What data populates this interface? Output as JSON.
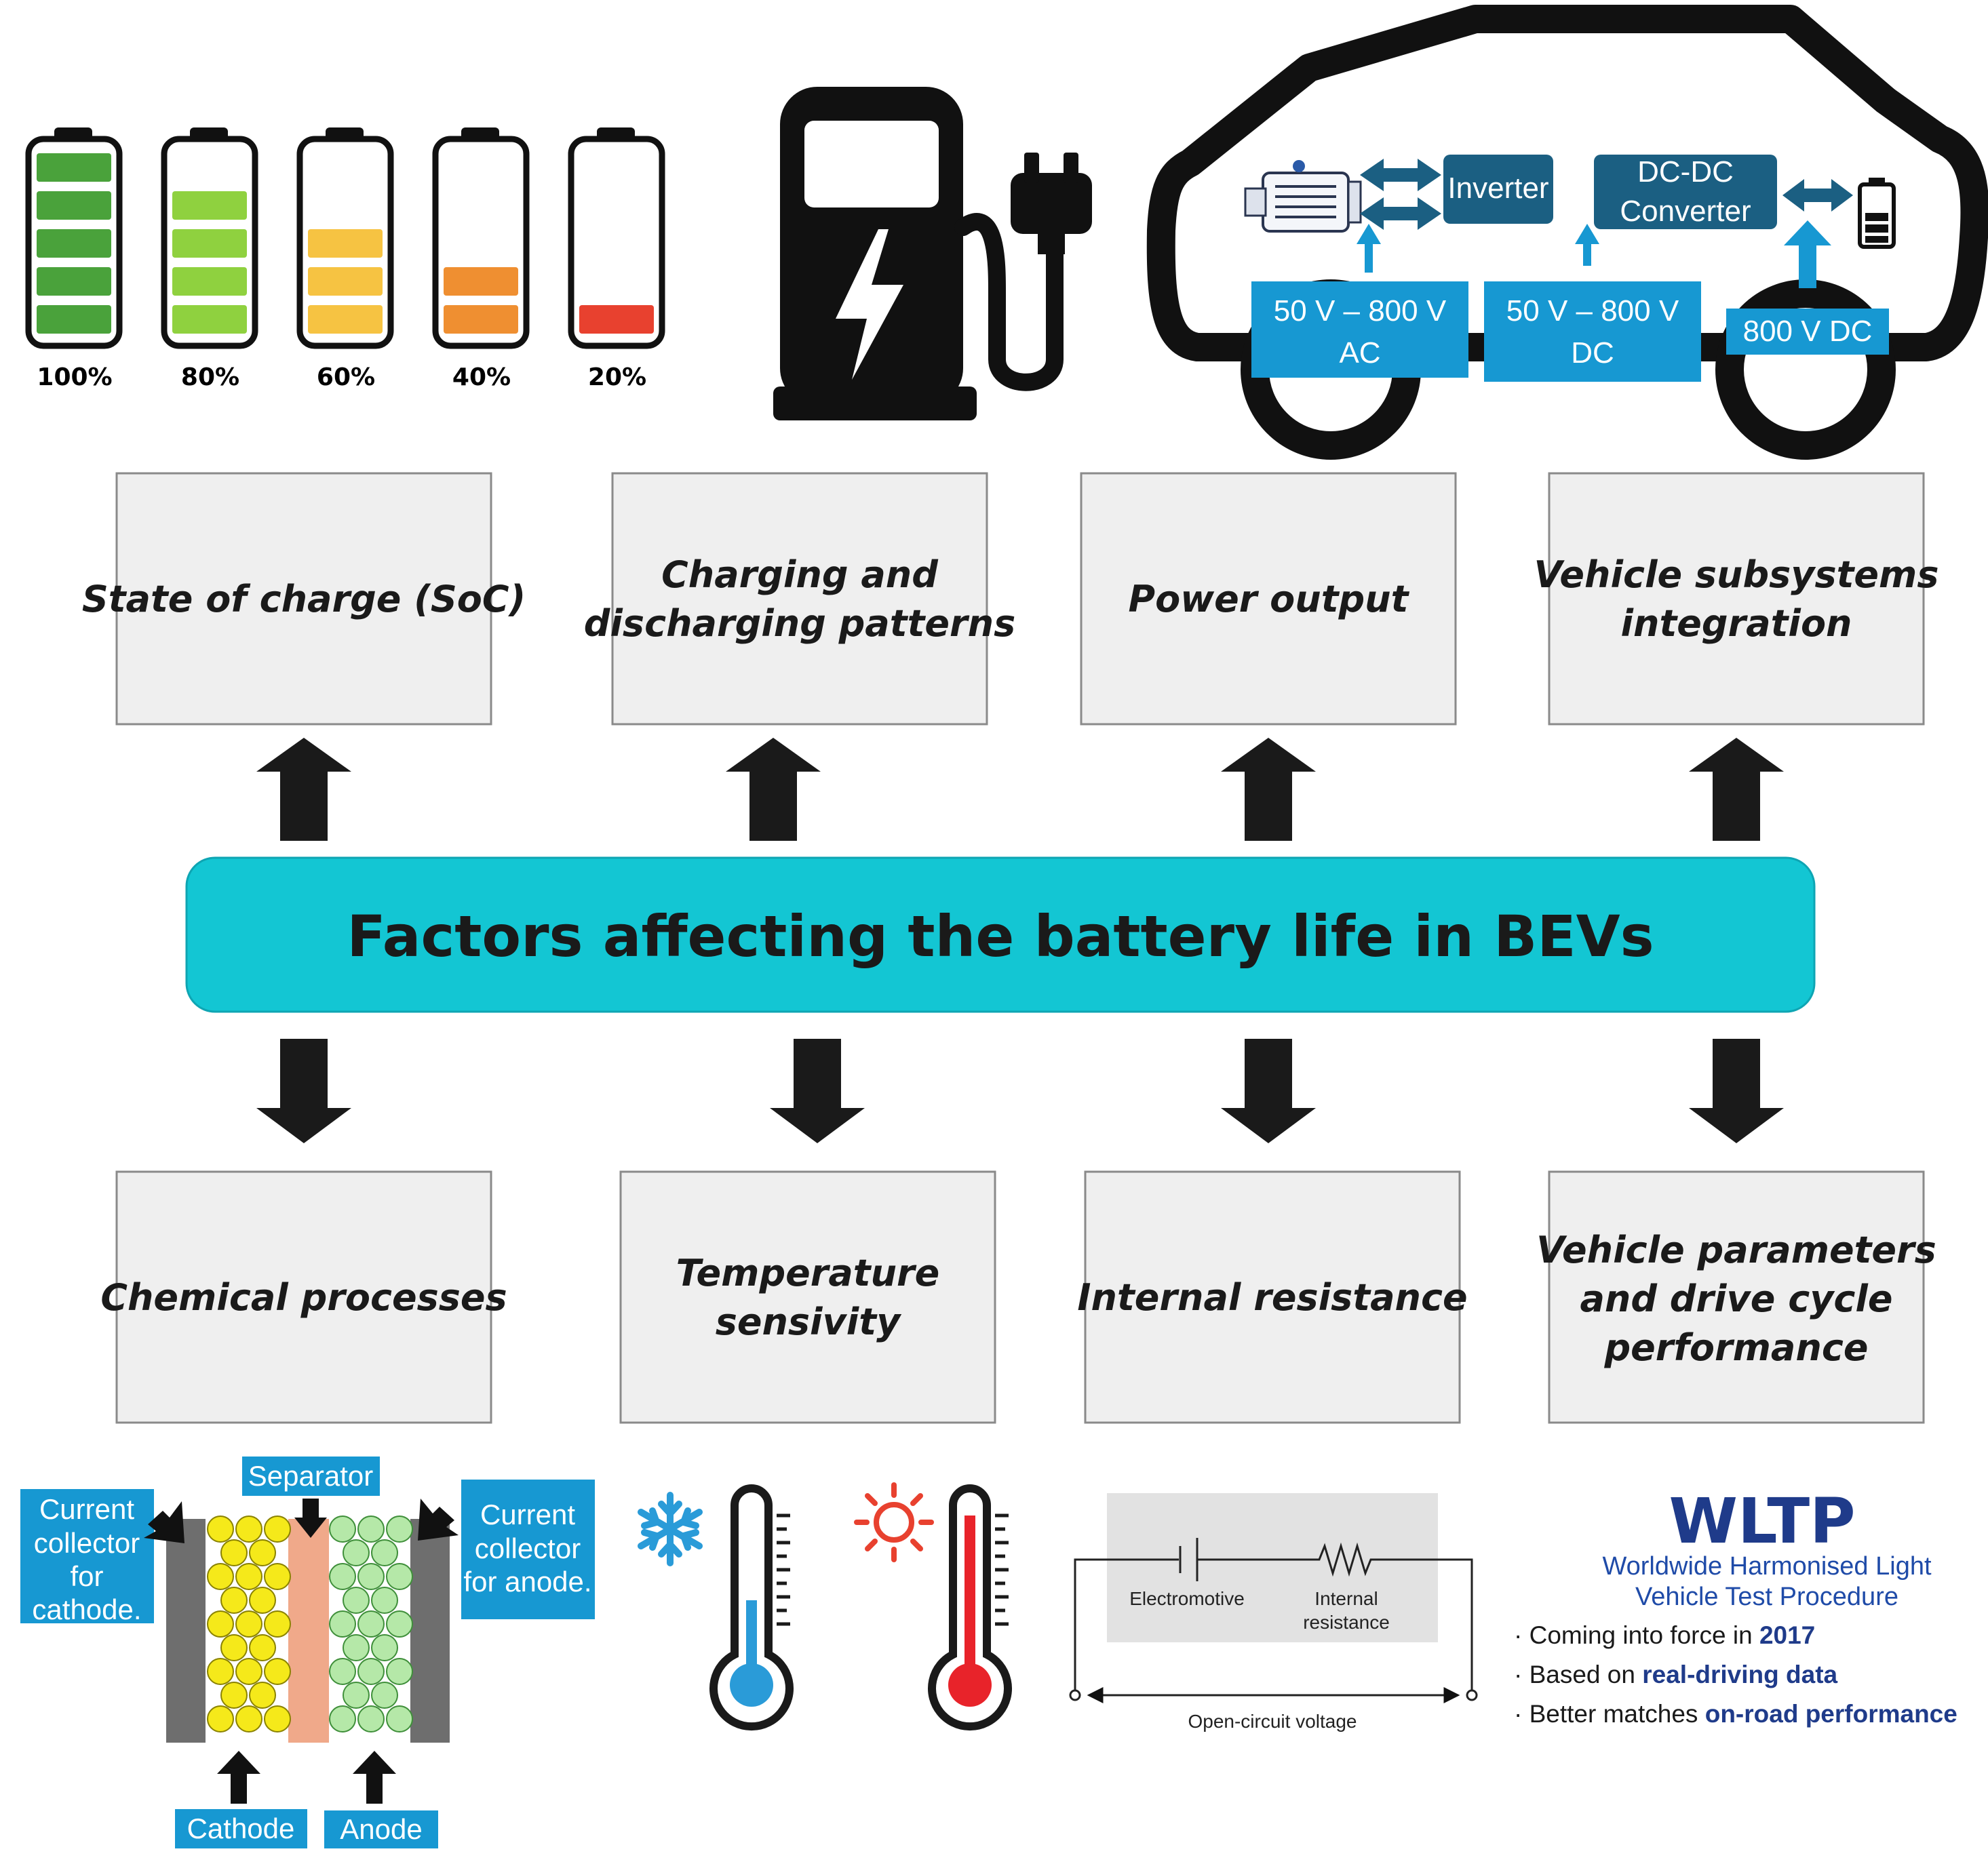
{
  "battery_levels": [
    "100%",
    "80%",
    "60%",
    "40%",
    "20%"
  ],
  "car": {
    "inverter": "Inverter",
    "dcdc_line1": "DC-DC",
    "dcdc_line2": "Converter",
    "ac_line1": "50 V – 800 V",
    "ac_line2": "AC",
    "dc_line1": "50 V – 800 V",
    "dc_line2": "DC",
    "dc800": "800 V DC"
  },
  "title": "Factors affecting the battery life in BEVs",
  "top_boxes": [
    {
      "line1": "State of charge (SoC)",
      "line2": ""
    },
    {
      "line1": "Charging and",
      "line2": "discharging patterns"
    },
    {
      "line1": "Power output",
      "line2": ""
    },
    {
      "line1": "Vehicle subsystems",
      "line2": "integration"
    }
  ],
  "bottom_boxes": [
    {
      "line1": "Chemical processes",
      "line2": "",
      "line3": ""
    },
    {
      "line1": "Temperature",
      "line2": "sensivity",
      "line3": ""
    },
    {
      "line1": "Internal resistance",
      "line2": "",
      "line3": ""
    },
    {
      "line1": "Vehicle parameters",
      "line2": "and drive cycle",
      "line3": "performance"
    }
  ],
  "cell": {
    "separator": "Separator",
    "cc_cathode": [
      "Current",
      "collector",
      "for",
      "cathode."
    ],
    "cc_anode": [
      "Current",
      "collector",
      "for anode."
    ],
    "cathode": "Cathode",
    "anode": "Anode"
  },
  "circuit": {
    "electromotive": "Electromotive",
    "internal1": "Internal",
    "internal2": "resistance",
    "ocv": "Open-circuit voltage"
  },
  "wltp": {
    "logo": "WLTP",
    "sub1": "Worldwide Harmonised Light",
    "sub2": "Vehicle Test Procedure",
    "b1_text": "· Coming into force in ",
    "b1_em": "2017",
    "b2_text": "· Based on ",
    "b2_em": "real-driving data",
    "b3_text": "· Better matches ",
    "b3_em": "on-road performance"
  },
  "colors": {
    "teal": "#13c6d3",
    "blue": "#1798d2",
    "dark_blue": "#1b5f82",
    "box_fill": "#efefef",
    "green_dark": "#4aa23b",
    "green_light": "#8fd13f",
    "yellow": "#f6c342",
    "orange": "#ef8f31",
    "red": "#e8412f"
  }
}
